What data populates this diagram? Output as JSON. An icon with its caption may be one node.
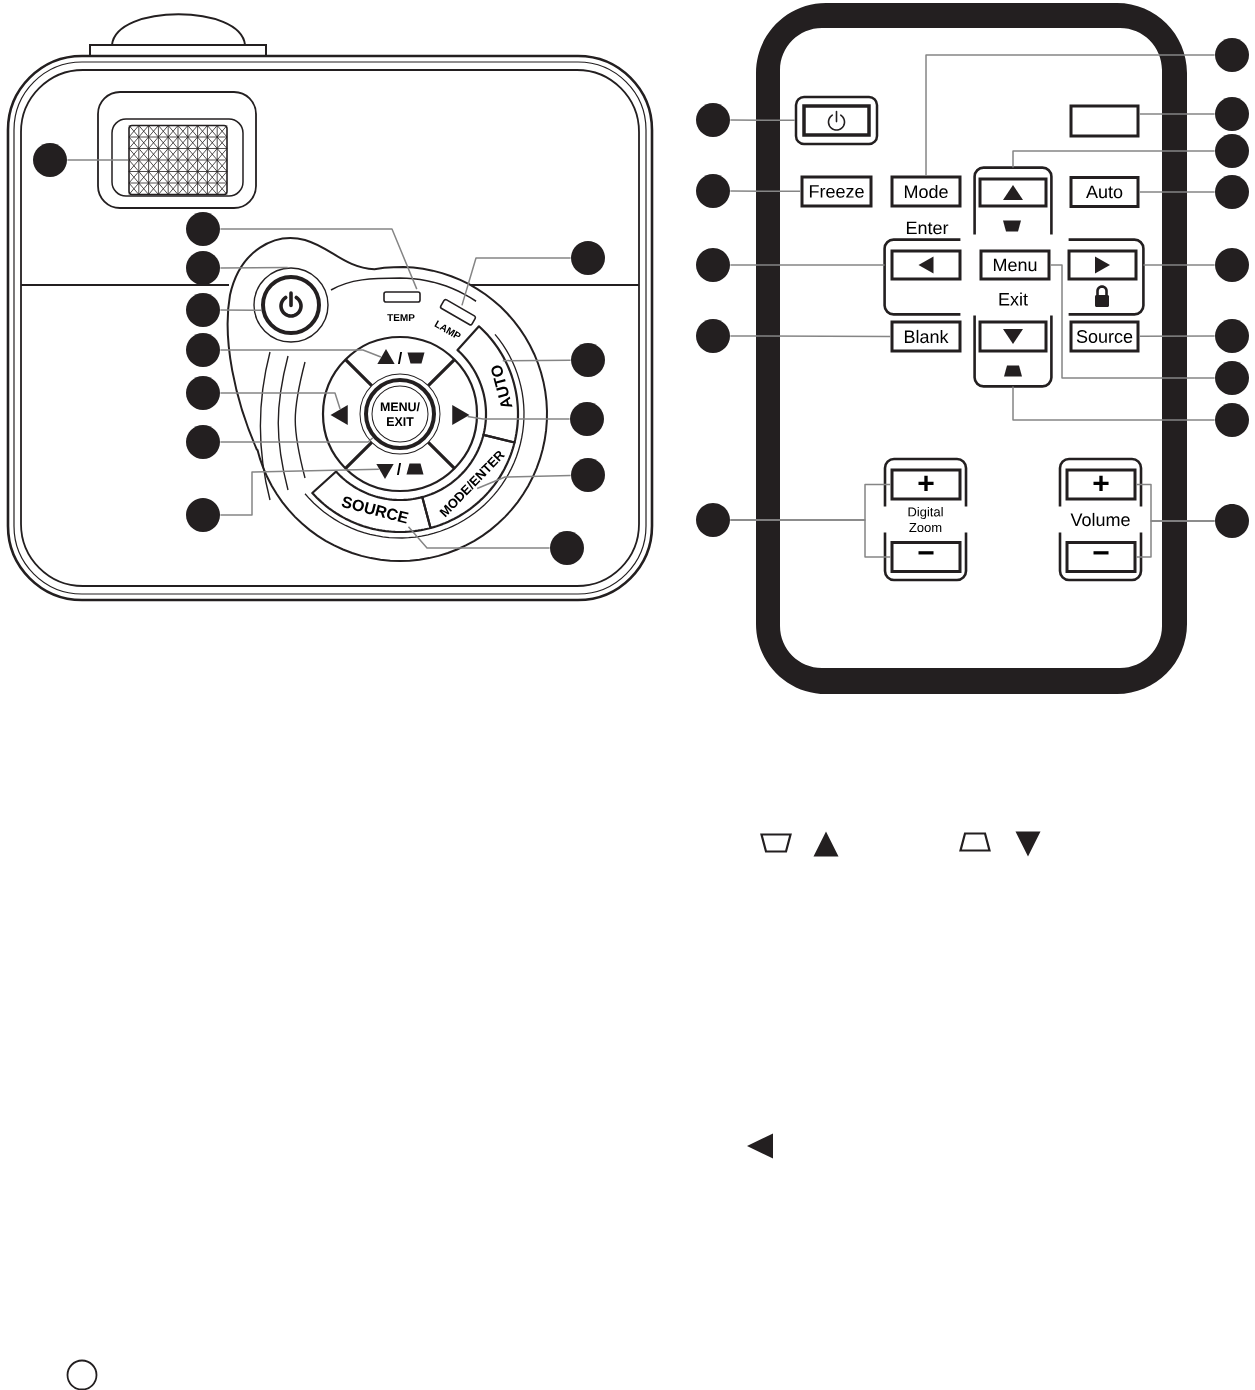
{
  "diagram": {
    "nodes": [
      {
        "text": [],
        "shape": "circle"
      },
      {
        "text": [],
        "shape": "box"
      },
      {
        "text": [],
        "shape": "circle"
      },
      {
        "text": [
          "TEMP"
        ]
      },
      {
        "text": [],
        "shape": "circle"
      },
      {
        "text": [],
        "shape": "circle"
      },
      {
        "text": [],
        "shape": "circle"
      },
      {
        "text": [],
        "shape": "circle",
        "in": 5
      },
      {
        "text": [],
        "shape": "circle"
      },
      {
        "text": [
          "LAMP"
        ]
      },
      {
        "text": [],
        "shape": "circle"
      },
      {
        "text": [],
        "shape": "triangle"
      },
      {
        "text": [],
        "shape": "circle"
      },
      {
        "text": [
          "AUTO"
        ]
      },
      {
        "text": [],
        "shape": "circle"
      },
      {
        "text": [],
        "shape": "triangle"
      },
      {
        "text": [],
        "shape": "circle"
      },
      {
        "text": [],
        "shape": "triangle"
      },
      {
        "text": [],
        "shape": "circle"
      },
      {
        "text": [
          "MENU/ EXIT"
        ]
      },
      {
        "text": [],
        "shape": "circle"
      },
      {
        "text": [
          "MODE/ENTER"
        ]
      },
      {
        "text": [],
        "shape": "circle"
      },
      {
        "text": [],
        "shape": "triangle"
      },
      {
        "text": [],
        "shape": "circle"
      },
      {
        "text": [
          "SOURCE"
        ]
      },
      {
        "text": [],
        "shape": "circle"
      },
      {
        "text": [],
        "shape": "box"
      },
      {
        "text": [],
        "shape": "circle"
      },
      {
        "text": [],
        "shape": "circle"
      },
      {
        "text": [],
        "shape": "box"
      },
      {
        "text": [],
        "shape": "circle"
      },
      {
        "text": [],
        "shape": "circle"
      },
      {
        "text": [
          "Freeze"
        ]
      },
      {
        "text": [
          "Mode"
        ],
        "beside": [
          "Enter"
        ]
      },
      {
        "text": [],
        "shape": "box"
      },
      {
        "text": [
          "Auto"
        ]
      },
      {
        "text": [],
        "shape": "circle"
      },
      {
        "text": [],
        "shape": "circle"
      },
      {
        "text": [],
        "shape": "box"
      },
      {
        "text": [
          "Menu"
        ],
        "beside": [
          "Exit"
        ]
      },
      {
        "text": [],
        "shape": "box"
      },
      {
        "text": [],
        "shape": "circle"
      },
      {
        "text": [],
        "shape": "circle"
      },
      {
        "text": [
          "Blank"
        ]
      },
      {
        "text": [],
        "shape": "box"
      },
      {
        "text": [
          "Source"
        ]
      },
      {
        "text": [],
        "shape": "circle"
      },
      {
        "text": [],
        "shape": "circle"
      },
      {
        "text": [],
        "shape": "circle"
      },
      {
        "text": [],
        "shape": "circle"
      },
      {
        "text": [
          "Digital Zoom"
        ]
      },
      {
        "text": [
          "+"
        ],
        "in": 51
      },
      {
        "text": [
          "−"
        ],
        "in": 51
      },
      {
        "text": [
          "Volume"
        ]
      },
      {
        "text": [
          "+"
        ],
        "in": 54
      },
      {
        "text": [
          "−"
        ],
        "in": 54
      },
      {
        "text": [],
        "shape": "circle"
      }
    ],
    "edges": [
      {
        "from": 0,
        "to": 1,
        "arrow": "none"
      },
      {
        "from": 2,
        "to": 3,
        "arrow": "none"
      },
      {
        "from": 4,
        "to": 5,
        "arrow": "none"
      },
      {
        "from": 6,
        "to": 7,
        "arrow": "none"
      },
      {
        "from": 8,
        "to": 9,
        "arrow": "none"
      },
      {
        "from": 10,
        "to": 11,
        "arrow": "none"
      },
      {
        "from": 12,
        "to": 13,
        "arrow": "none"
      },
      {
        "from": 14,
        "to": 15,
        "arrow": "none"
      },
      {
        "from": 16,
        "to": 17,
        "arrow": "none"
      },
      {
        "from": 18,
        "to": 19,
        "arrow": "none"
      },
      {
        "from": 20,
        "to": 21,
        "arrow": "none"
      },
      {
        "from": 22,
        "to": 23,
        "arrow": "none"
      },
      {
        "from": 24,
        "to": 25,
        "arrow": "none"
      },
      {
        "from": 26,
        "to": 27,
        "arrow": "none"
      },
      {
        "from": 28,
        "to": 34,
        "arrow": "none"
      },
      {
        "from": 29,
        "to": 30,
        "arrow": "none"
      },
      {
        "from": 31,
        "to": 35,
        "arrow": "none"
      },
      {
        "from": 32,
        "to": 33,
        "arrow": "none"
      },
      {
        "from": 37,
        "to": 36,
        "arrow": "none"
      },
      {
        "from": 38,
        "to": 39,
        "arrow": "none"
      },
      {
        "from": 42,
        "to": 41,
        "arrow": "none"
      },
      {
        "from": 43,
        "to": 44,
        "arrow": "none"
      },
      {
        "from": 47,
        "to": 46,
        "arrow": "none"
      },
      {
        "from": 48,
        "to": 40,
        "arrow": "none"
      },
      {
        "from": 49,
        "to": 45,
        "arrow": "none"
      },
      {
        "from": 50,
        "to": 52,
        "arrow": "none"
      },
      {
        "from": 50,
        "to": 53,
        "arrow": "none"
      },
      {
        "from": 57,
        "to": 55,
        "arrow": "none"
      },
      {
        "from": 57,
        "to": 56,
        "arrow": "none"
      }
    ],
    "labels": [
      "/",
      "/"
    ]
  }
}
